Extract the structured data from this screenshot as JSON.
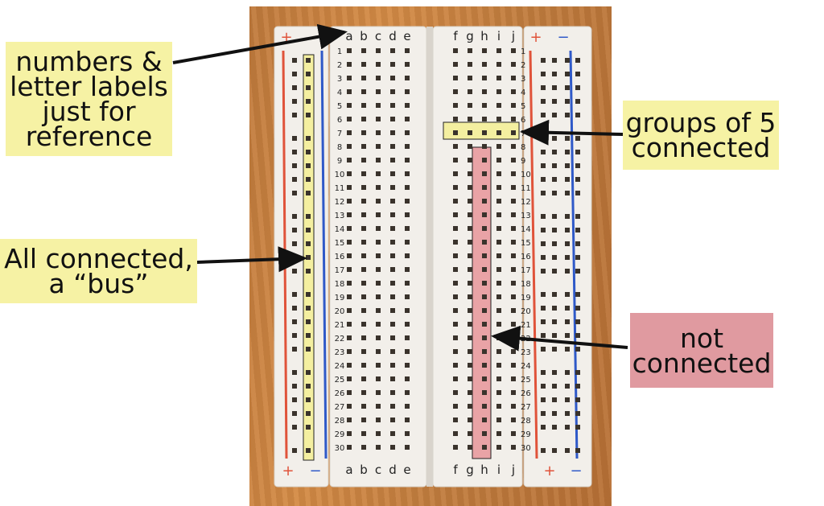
{
  "colors": {
    "callout_yellow": "#f6f2a4",
    "callout_pink": "#e09aa0",
    "board": "#f2efea",
    "hole": "#3a332c",
    "rail_red": "#e0533a",
    "rail_blue": "#2f59c8",
    "highlight_yellow": "#f4efa0",
    "highlight_pink": "#e9a3a6"
  },
  "callouts": {
    "labels": "numbers &\nletter labels\njust for\nreference",
    "groups": "groups of 5\nconnected",
    "bus": "All connected,\na “bus”",
    "not_connected": "not\nconnected"
  },
  "breadboard": {
    "left_columns": [
      "a",
      "b",
      "c",
      "d",
      "e"
    ],
    "right_columns": [
      "f",
      "g",
      "h",
      "i",
      "j"
    ],
    "row_numbers": [
      "1",
      "2",
      "3",
      "4",
      "5",
      "6",
      "7",
      "8",
      "9",
      "10",
      "11",
      "12",
      "13",
      "14",
      "15",
      "16",
      "17",
      "18",
      "19",
      "20",
      "21",
      "22",
      "23",
      "24",
      "25",
      "26",
      "27",
      "28",
      "29",
      "30"
    ],
    "plus_sign": "+",
    "minus_sign": "−"
  }
}
